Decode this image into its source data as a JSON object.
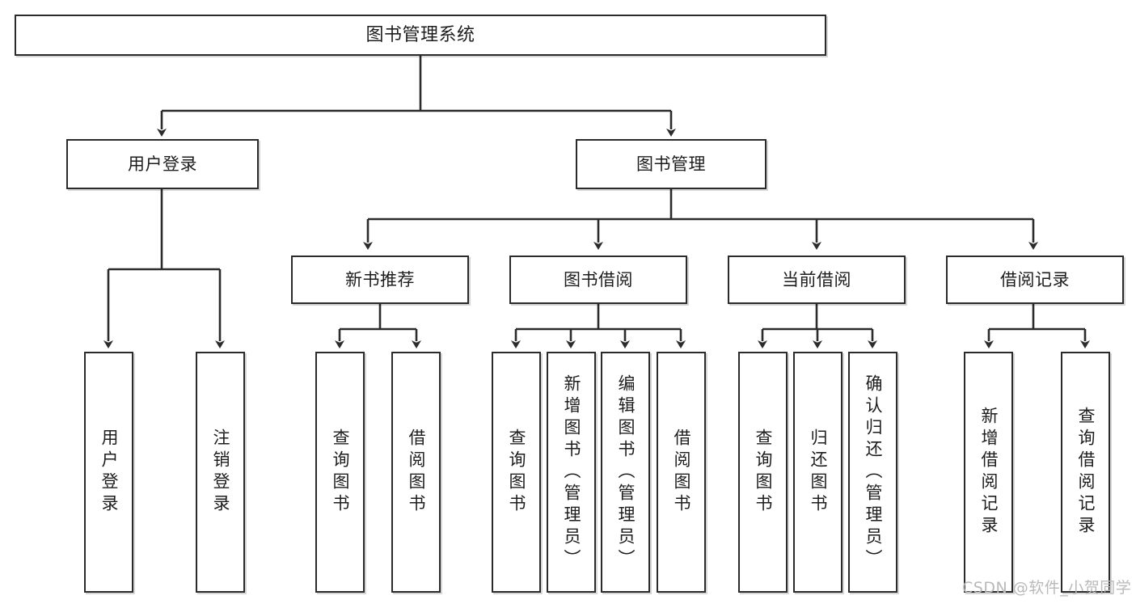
{
  "diagram": {
    "title": "图书管理系统",
    "type": "tree-hierarchy-chart",
    "watermark": "CSDN @软件_小贺同学",
    "colors": {
      "border": "#2b2b2b",
      "text": "#1d1d1d",
      "background": "#ffffff",
      "watermark": "#b9b9b9"
    }
  },
  "nodes": {
    "root": {
      "label": "图书管理系统"
    },
    "level1": [
      {
        "label": "用户登录"
      },
      {
        "label": "图书管理"
      }
    ],
    "level2": [
      {
        "label": "新书推荐"
      },
      {
        "label": "图书借阅"
      },
      {
        "label": "当前借阅"
      },
      {
        "label": "借阅记录"
      }
    ],
    "leaves": {
      "user_login": [
        {
          "label": "用户登录"
        },
        {
          "label": "注销登录"
        }
      ],
      "new_book_recommend": [
        {
          "label": "查询图书"
        },
        {
          "label": "借阅图书"
        }
      ],
      "book_borrow": [
        {
          "label": "查询图书"
        },
        {
          "label": "新增图书（管理员）"
        },
        {
          "label": "编辑图书（管理员）"
        },
        {
          "label": "借阅图书"
        }
      ],
      "current_borrow": [
        {
          "label": "查询图书"
        },
        {
          "label": "归还图书"
        },
        {
          "label": "确认归还（管理员）"
        }
      ],
      "borrow_record": [
        {
          "label": "新增借阅记录"
        },
        {
          "label": "查询借阅记录"
        }
      ]
    }
  }
}
